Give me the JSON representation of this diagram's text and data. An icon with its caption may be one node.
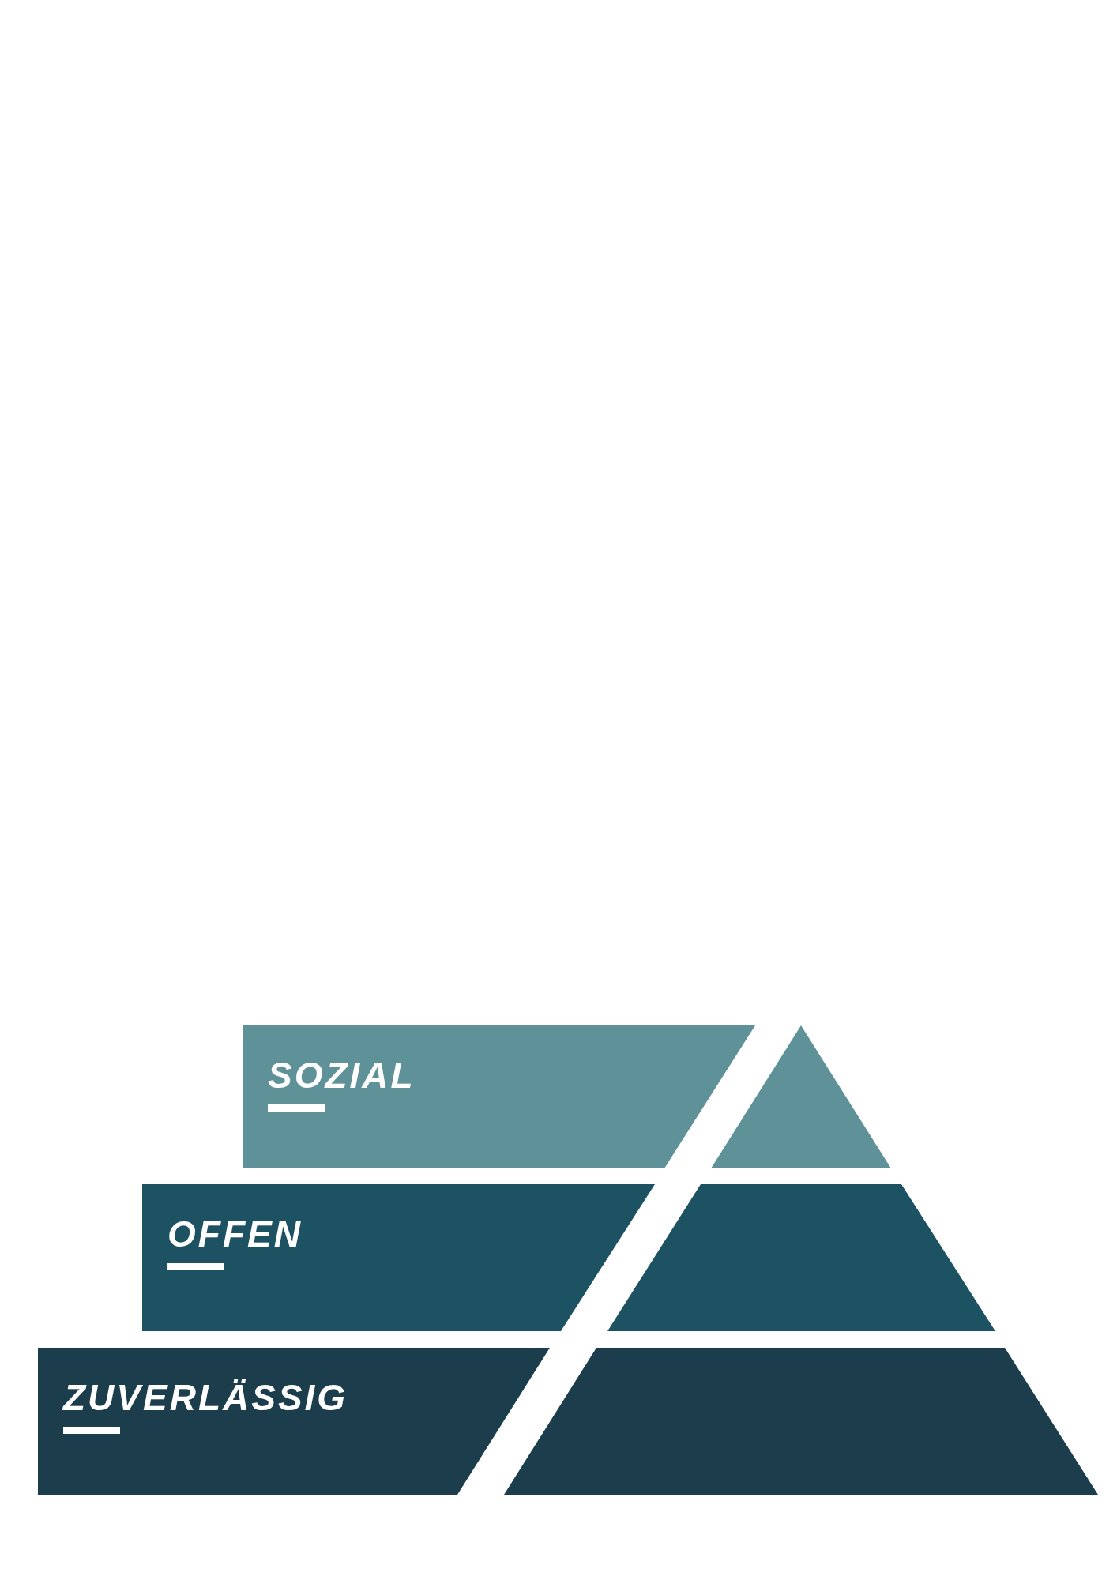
{
  "diagram": {
    "nodes": [
      {
        "text": [
          "SOZIAL"
        ]
      },
      {
        "text": [],
        "shape": "triangle"
      },
      {
        "text": [
          "OFFEN"
        ]
      },
      {
        "text": [],
        "shape": "trapezoid"
      },
      {
        "text": [
          "ZUVERLÄSSIG"
        ]
      },
      {
        "text": [],
        "shape": "trapezoid"
      }
    ]
  }
}
